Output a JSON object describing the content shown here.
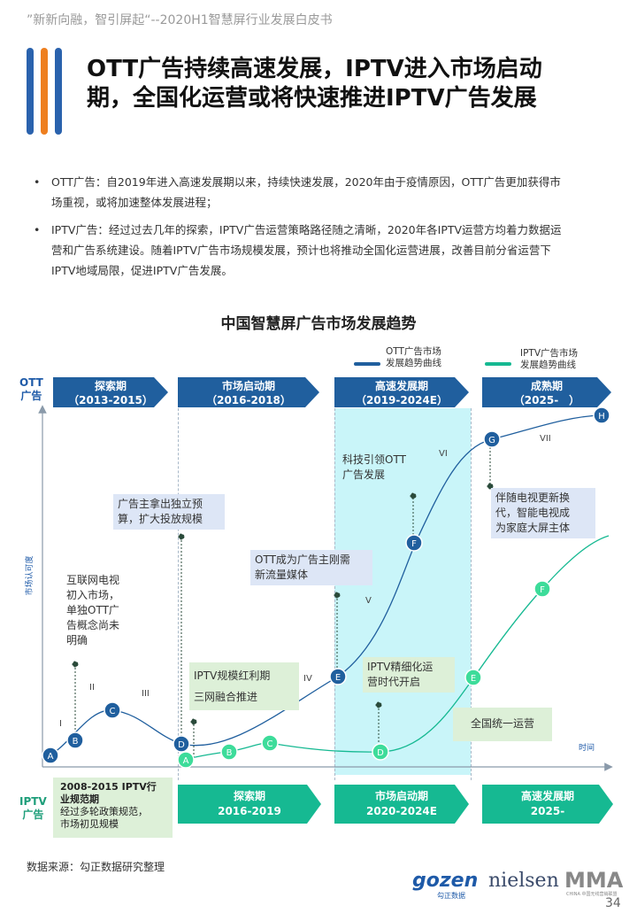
{
  "header": {
    "report_title": "”新新向融，智引屏起“--2020H1智慧屏行业发展白皮书"
  },
  "accent_colors": {
    "blue": "#205f9e",
    "orange": "#ee7f1f",
    "green": "#16b992"
  },
  "title": {
    "line1": "OTT广告持续高速发展，IPTV进入市场启动",
    "line2": "期，全国化运营或将快速推进IPTV广告发展"
  },
  "bullets": [
    {
      "line1": "OTT广告：自2019年进入高速发展期以来，持续快速发展，2020年由于疫情原因，OTT广告更加获得市",
      "line2": "场重视，或将加速整体发展进程；"
    },
    {
      "line1": "IPTV广告：经过过去几年的探索，IPTV广告运营策略路径随之清晰，2020年各IPTV运营方均着力数据运",
      "line2": "营和广告系统建设。随着IPTV广告市场规模发展，预计也将推动全国化运营进展，改善目前分省运营下",
      "line3": "IPTV地域局限，促进IPTV广告发展。"
    }
  ],
  "diagram": {
    "title": "中国智慧屏广告市场发展趋势",
    "legend": {
      "ott_line1": "OTT广告市场",
      "ott_line2": "发展趋势曲线",
      "iptv_line1": "IPTV广告市场",
      "iptv_line2": "发展趋势曲线"
    },
    "ott_label_1": "OTT",
    "ott_label_2": "广告",
    "iptv_label_1": "IPTV",
    "iptv_label_2": "广告",
    "y_axis_label": "市场认可度",
    "x_axis_label": "时间",
    "ott_phases": [
      {
        "name": "探索期",
        "years": "（2013-2015）"
      },
      {
        "name": "市场启动期",
        "years": "（2016-2018）"
      },
      {
        "name": "高速发展期",
        "years": "（2019-2024E）"
      },
      {
        "name": "成熟期",
        "years": "（2025-　）"
      }
    ],
    "iptv_box": {
      "line1": "2008-2015  IPTV行",
      "line2": "业规范期",
      "line3": "经过多轮政策规范，",
      "line4": "市场初见规模"
    },
    "iptv_phases": [
      {
        "name": "探索期",
        "years": "2016-2019"
      },
      {
        "name": "市场启动期",
        "years": "2020-2024E"
      },
      {
        "name": "高速发展期",
        "years": "2025-"
      }
    ],
    "notes": {
      "internet_tv": {
        "l1": "互联网电视",
        "l2": "初入市场，",
        "l3": "单独OTT广",
        "l4": "告概念尚未",
        "l5": "明确"
      },
      "advertiser_budget": {
        "l1": "广告主拿出独立预",
        "l2": "算，扩大投放规模"
      },
      "ott_media": {
        "l1": "OTT成为广告主刚需",
        "l2": "新流量媒体"
      },
      "tech_lead": {
        "l1": "科技引领OTT",
        "l2": "广告发展"
      },
      "family_screen": {
        "l1": "伴随电视更新换",
        "l2": "代，智能电视成",
        "l3": "为家庭大屏主体"
      },
      "iptv_dividend": {
        "l1": "IPTV规模红利期",
        "l2": "三网融合推进"
      },
      "iptv_refine": {
        "l1": "IPTV精细化运",
        "l2": "营时代开启"
      },
      "national_ops": "全国统一运营"
    },
    "roman": [
      "I",
      "II",
      "III",
      "IV",
      "V",
      "VI",
      "VII"
    ],
    "ott_nodes": [
      "A",
      "B",
      "C",
      "D",
      "E",
      "F",
      "G",
      "H"
    ],
    "iptv_nodes": [
      "A",
      "B",
      "C",
      "D",
      "E",
      "F"
    ]
  },
  "footer": {
    "source": "数据来源：勾正数据研究整理",
    "page": "34",
    "logo_gozen": "gozen",
    "logo_gozen_sub": "勾正数据",
    "logo_nielsen": "nielsen",
    "logo_mma": "MMA",
    "logo_mma_sub": "CHINA 中国无线营销联盟"
  }
}
